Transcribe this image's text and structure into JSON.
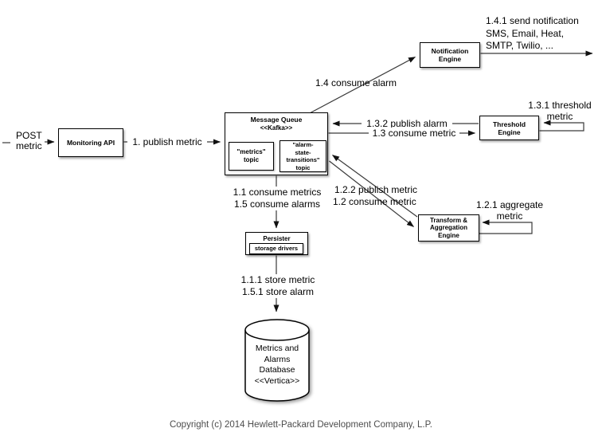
{
  "diagram": {
    "client": {
      "post_label": "POST\nmetric"
    },
    "nodes": {
      "monitoring_api": "Monitoring API",
      "message_queue": {
        "title": "Message Queue",
        "stereotype": "<<Kafka>>",
        "metrics_topic": "\"metrics\"\ntopic",
        "alarm_topic": "\"alarm-\nstate-\ntransitions\"\ntopic"
      },
      "notification_engine": "Notification\nEngine",
      "threshold_engine": "Threshold\nEngine",
      "transform_engine": "Transform &\nAggregation\nEngine",
      "persister": {
        "title": "Persister",
        "inner": "storage drivers"
      },
      "database": "Metrics and\nAlarms\nDatabase\n<<Vertica>>"
    },
    "flows": {
      "publish_metric": "1. publish metric",
      "consume_alarm": "1.4 consume alarm",
      "send_notification": "1.4.1 send notification\nSMS, Email, Heat,\nSMTP, Twilio, ...",
      "publish_alarm": "1.3.2 publish alarm",
      "consume_metric": "1.3 consume metric",
      "threshold_metric": "1.3.1 threshold\nmetric",
      "publish_metric_2": "1.2.2 publish metric",
      "consume_metric_2": "1.2 consume metric",
      "aggregate_metric": "1.2.1 aggregate\nmetric",
      "consume_metrics_alarms": "1.1 consume metrics\n1.5 consume alarms",
      "store": "1.1.1 store metric\n1.5.1 store alarm"
    },
    "footer": {
      "copyright": "Copyright (c) 2014 Hewlett-Packard Development Company, L.P."
    },
    "colors": {
      "line": "#3a3a3a",
      "arrowhead": "#111111",
      "node_border": "#000000",
      "node_fill": "#ffffff",
      "text": "#000000",
      "copyright_text": "#4d4d4d"
    }
  }
}
